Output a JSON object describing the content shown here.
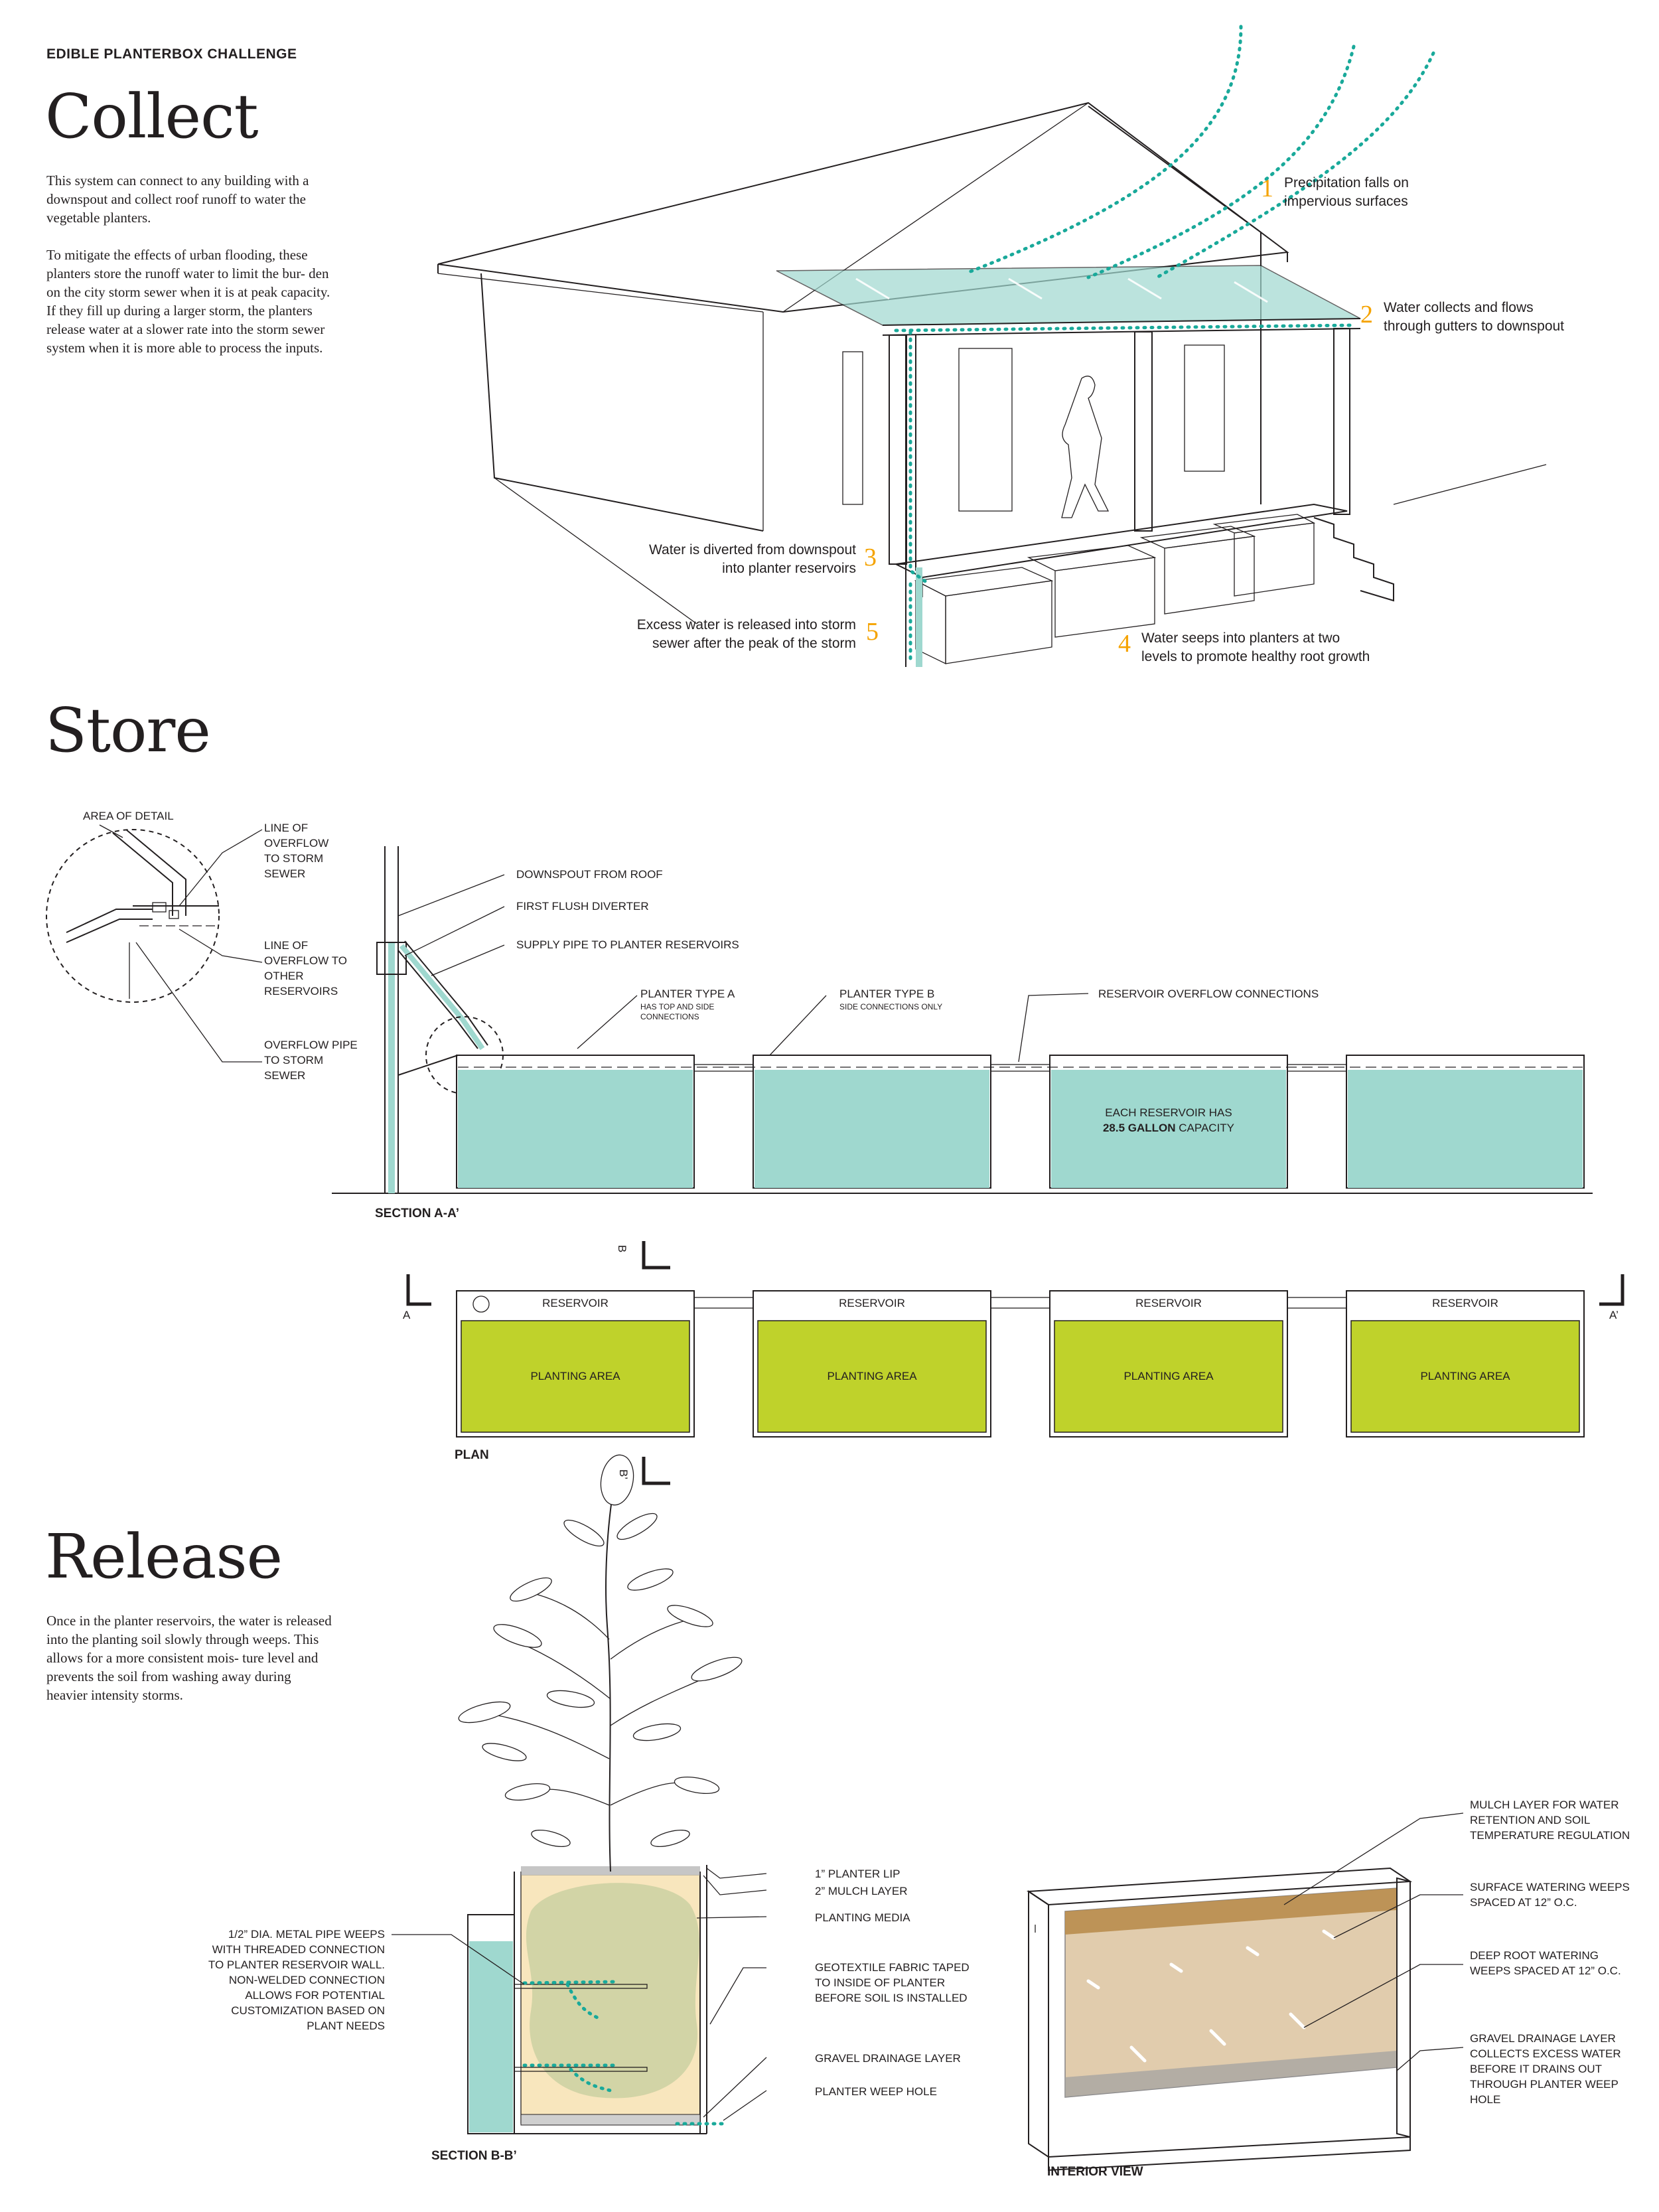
{
  "header": {
    "eyebrow": "EDIBLE PLANTERBOX CHALLENGE"
  },
  "collect": {
    "title": "Collect",
    "para1": "This system can connect to any building with a downspout and collect roof runoff to water the vegetable planters.",
    "para2": "To mitigate the effects of urban flooding, these planters store the runoff water to limit the bur- den on the city storm sewer when it is at peak capacity. If they fill up during a larger storm, the planters release water at a slower rate into the storm sewer system when it is more able to process the inputs.",
    "steps": [
      {
        "n": "1",
        "text": "Precipitation falls on\nimpervious surfaces"
      },
      {
        "n": "2",
        "text": "Water collects and flows\nthrough gutters to downspout"
      },
      {
        "n": "3",
        "text": "Water is diverted from downspout\ninto planter reservoirs"
      },
      {
        "n": "4",
        "text": "Water seeps into planters at two\nlevels to promote healthy root growth"
      },
      {
        "n": "5",
        "text": "Excess water is released into storm\nsewer after the peak of the storm"
      }
    ]
  },
  "store": {
    "title": "Store",
    "detail_labels": {
      "area": "AREA OF DETAIL",
      "overflow_storm": "LINE OF\nOVERFLOW\nTO STORM\nSEWER",
      "overflow_other": "LINE OF\nOVERFLOW TO\nOTHER\nRESERVOIRS",
      "overflow_pipe": "OVERFLOW PIPE\nTO STORM\nSEWER"
    },
    "section_labels": {
      "downspout": "DOWNSPOUT FROM ROOF",
      "diverter": "FIRST FLUSH DIVERTER",
      "supply": "SUPPLY PIPE TO PLANTER RESERVOIRS",
      "type_a": "PLANTER TYPE A",
      "type_a_sub": "HAS TOP AND SIDE\nCONNECTIONS",
      "type_b": "PLANTER TYPE B",
      "type_b_sub": "SIDE CONNECTIONS ONLY",
      "overflow_conn": "RESERVOIR OVERFLOW CONNECTIONS",
      "capacity_line1": "EACH RESERVOIR HAS",
      "capacity_bold": "28.5 GALLON",
      "capacity_rest": " CAPACITY"
    },
    "section_title": "SECTION A-A’",
    "plan_title": "PLAN",
    "plan_reservoir": "RESERVOIR",
    "plan_planting": "PLANTING AREA",
    "marks": {
      "a": "A",
      "a2": "A’",
      "b": "B",
      "b2": "B’"
    }
  },
  "release": {
    "title": "Release",
    "para": "Once in the planter reservoirs, the water is released into the planting soil slowly through weeps. This allows for a more consistent mois- ture level and prevents the soil from washing away during heavier intensity storms.",
    "labels": {
      "lip": "1” PLANTER LIP",
      "mulch": "2” MULCH LAYER",
      "media": "PLANTING MEDIA",
      "geotextile": "GEOTEXTILE FABRIC TAPED\nTO INSIDE OF PLANTER\nBEFORE SOIL IS INSTALLED",
      "gravel": "GRAVEL DRAINAGE LAYER",
      "weep": "PLANTER WEEP HOLE",
      "pipe": "1/2” DIA. METAL PIPE WEEPS\nWITH THREADED CONNECTION\nTO PLANTER RESERVOIR WALL.\nNON-WELDED CONNECTION\nALLOWS FOR POTENTIAL\nCUSTOMIZATION BASED ON\nPLANT NEEDS",
      "i_mulch": "MULCH LAYER FOR WATER\nRETENTION AND SOIL\nTEMPERATURE REGULATION",
      "i_surface": "SURFACE WATERING WEEPS\nSPACED AT 12” O.C.",
      "i_deep": "DEEP ROOT WATERING\nWEEPS SPACED AT 12” O.C.",
      "i_gravel": "GRAVEL DRAINAGE LAYER\nCOLLECTS EXCESS WATER\nBEFORE IT DRAINS OUT\nTHROUGH PLANTER WEEP\nHOLE"
    },
    "section_title": "SECTION B-B’",
    "interior_title": "INTERIOR VIEW"
  },
  "colors": {
    "teal": "#9fd8cf",
    "teal_line": "#19a99a",
    "green": "#bfd22b",
    "orange": "#f5a300",
    "soil": "#f8e6bd",
    "wood": "#c9a36b"
  }
}
